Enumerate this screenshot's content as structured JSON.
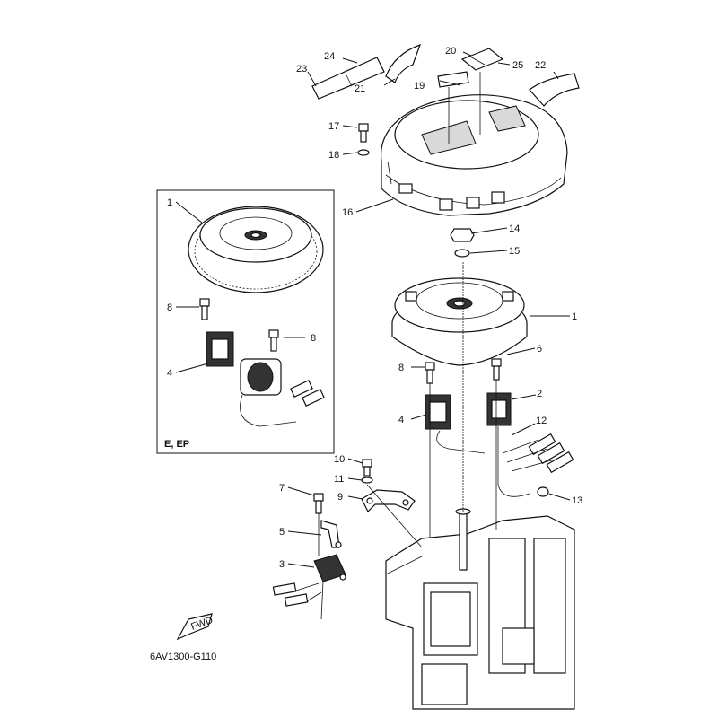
{
  "diagram": {
    "part_code": "6AV1300-G110",
    "inset_label": "E, EP",
    "fwd_label": "FWD",
    "callouts": {
      "c1a": "1",
      "c1b": "1",
      "c2": "2",
      "c3": "3",
      "c4a": "4",
      "c4b": "4",
      "c5": "5",
      "c6": "6",
      "c7": "7",
      "c8a": "8",
      "c8b": "8",
      "c8c": "8",
      "c9": "9",
      "c10": "10",
      "c11": "11",
      "c12": "12",
      "c13": "13",
      "c14": "14",
      "c15": "15",
      "c16": "16",
      "c17": "17",
      "c18": "18",
      "c19": "19",
      "c20": "20",
      "c21": "21",
      "c22": "22",
      "c23": "23",
      "c24": "24",
      "c25": "25"
    }
  }
}
